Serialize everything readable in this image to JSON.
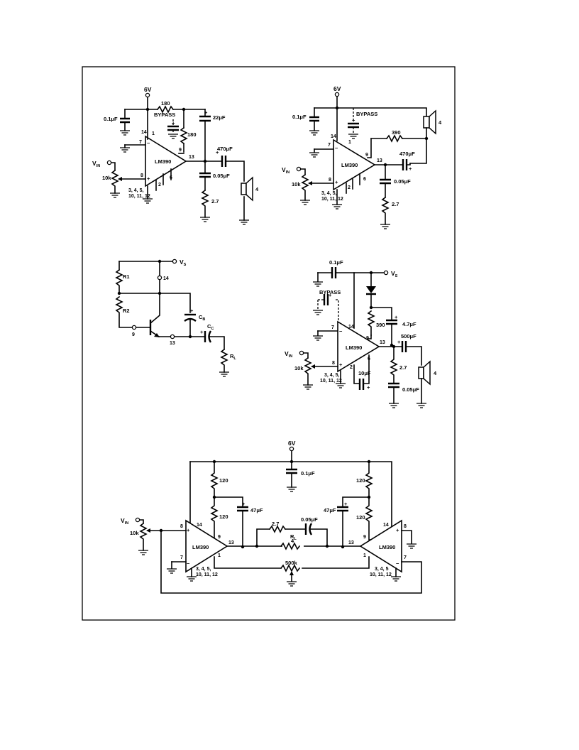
{
  "circuit1": {
    "supply": "6V",
    "r_top": "180",
    "bypass": "BYPASS",
    "r_side": "180",
    "c_in": "0.1μF",
    "c_out_top": "22μF",
    "c_coupling": "470μF",
    "c_snubber": "0.05μF",
    "r_snubber": "2.7",
    "speaker": "4",
    "vin": "V",
    "vin_sub": "IN",
    "pot": "10k",
    "chip": "LM390",
    "pin1": "1",
    "pin2": "2",
    "pin6": "6",
    "pin7": "7",
    "pin8": "8",
    "pin9": "9",
    "pin13": "13",
    "pin14": "14",
    "gnd_pins_a": "3, 4, 5,",
    "gnd_pins_b": "10, 11, 12",
    "plus": "+",
    "minus": "−"
  },
  "circuit2": {
    "supply": "6V",
    "bypass": "BYPASS",
    "c_in": "0.1μF",
    "r_fb": "390",
    "c_coupling": "470μF",
    "c_snubber": "0.05μF",
    "r_snubber": "2.7",
    "speaker": "4",
    "vin": "V",
    "vin_sub": "IN",
    "pot": "10k",
    "chip": "LM390",
    "pin1": "1",
    "pin2": "2",
    "pin6": "6",
    "pin7": "7",
    "pin8": "8",
    "pin9": "9",
    "pin13": "13",
    "pin14": "14",
    "gnd_pins_a": "3, 4, 5,",
    "gnd_pins_b": "10, 11, 12",
    "plus": "+",
    "minus": "−"
  },
  "circuit3": {
    "vs": "V",
    "vs_sub": "S",
    "r1": "R1",
    "r2": "R2",
    "cb": "C",
    "cb_sub": "B",
    "cc": "C",
    "cc_sub": "C",
    "rl": "R",
    "rl_sub": "L",
    "pin9": "9",
    "pin13": "13",
    "pin14": "14",
    "plus": "+"
  },
  "circuit4": {
    "c_in": "0.1μF",
    "vs": "V",
    "vs_sub": "S",
    "bypass": "BYPASS",
    "r_fb": "390",
    "c_boot": "4.7μF",
    "c_coupling": "500μF",
    "c_comp": "10μF",
    "r_snubber": "2.7",
    "c_snubber": "0.05μF",
    "speaker": "4",
    "vin": "V",
    "vin_sub": "IN",
    "pot": "10k",
    "chip": "LM390",
    "pin2": "2",
    "pin6": "6",
    "pin7": "7",
    "pin8": "8",
    "pin9": "9",
    "pin13": "13",
    "pin14": "14",
    "gnd_pins_a": "3, 4, 5,",
    "gnd_pins_b": "10, 11, 12",
    "plus": "+",
    "minus": "−"
  },
  "circuit5": {
    "supply": "6V",
    "c_supply": "0.1μF",
    "r_left_top": "120",
    "r_left_bot": "120",
    "r_right_top": "120",
    "r_right_bot": "120",
    "c_left": "47μF",
    "c_right": "47μF",
    "r_series": "2.7",
    "c_series": "0.05μF",
    "rl": "R",
    "rl_sub": "L",
    "rl_value": "4",
    "pot_fb": "500k",
    "vin": "V",
    "vin_sub": "IN",
    "pot": "10k",
    "chip_left": "LM390",
    "chip_right": "LM390",
    "pin1": "1",
    "pin7": "7",
    "pin8": "8",
    "pin9": "9",
    "pin13": "13",
    "pin14": "14",
    "gnd_pins_left": "3, 4, 5,",
    "gnd_pins_left_b": "10, 11, 12",
    "gnd_pins_right": "3, 4, 5",
    "gnd_pins_right_b": "10, 11, 12",
    "plus": "+",
    "minus": "−"
  }
}
